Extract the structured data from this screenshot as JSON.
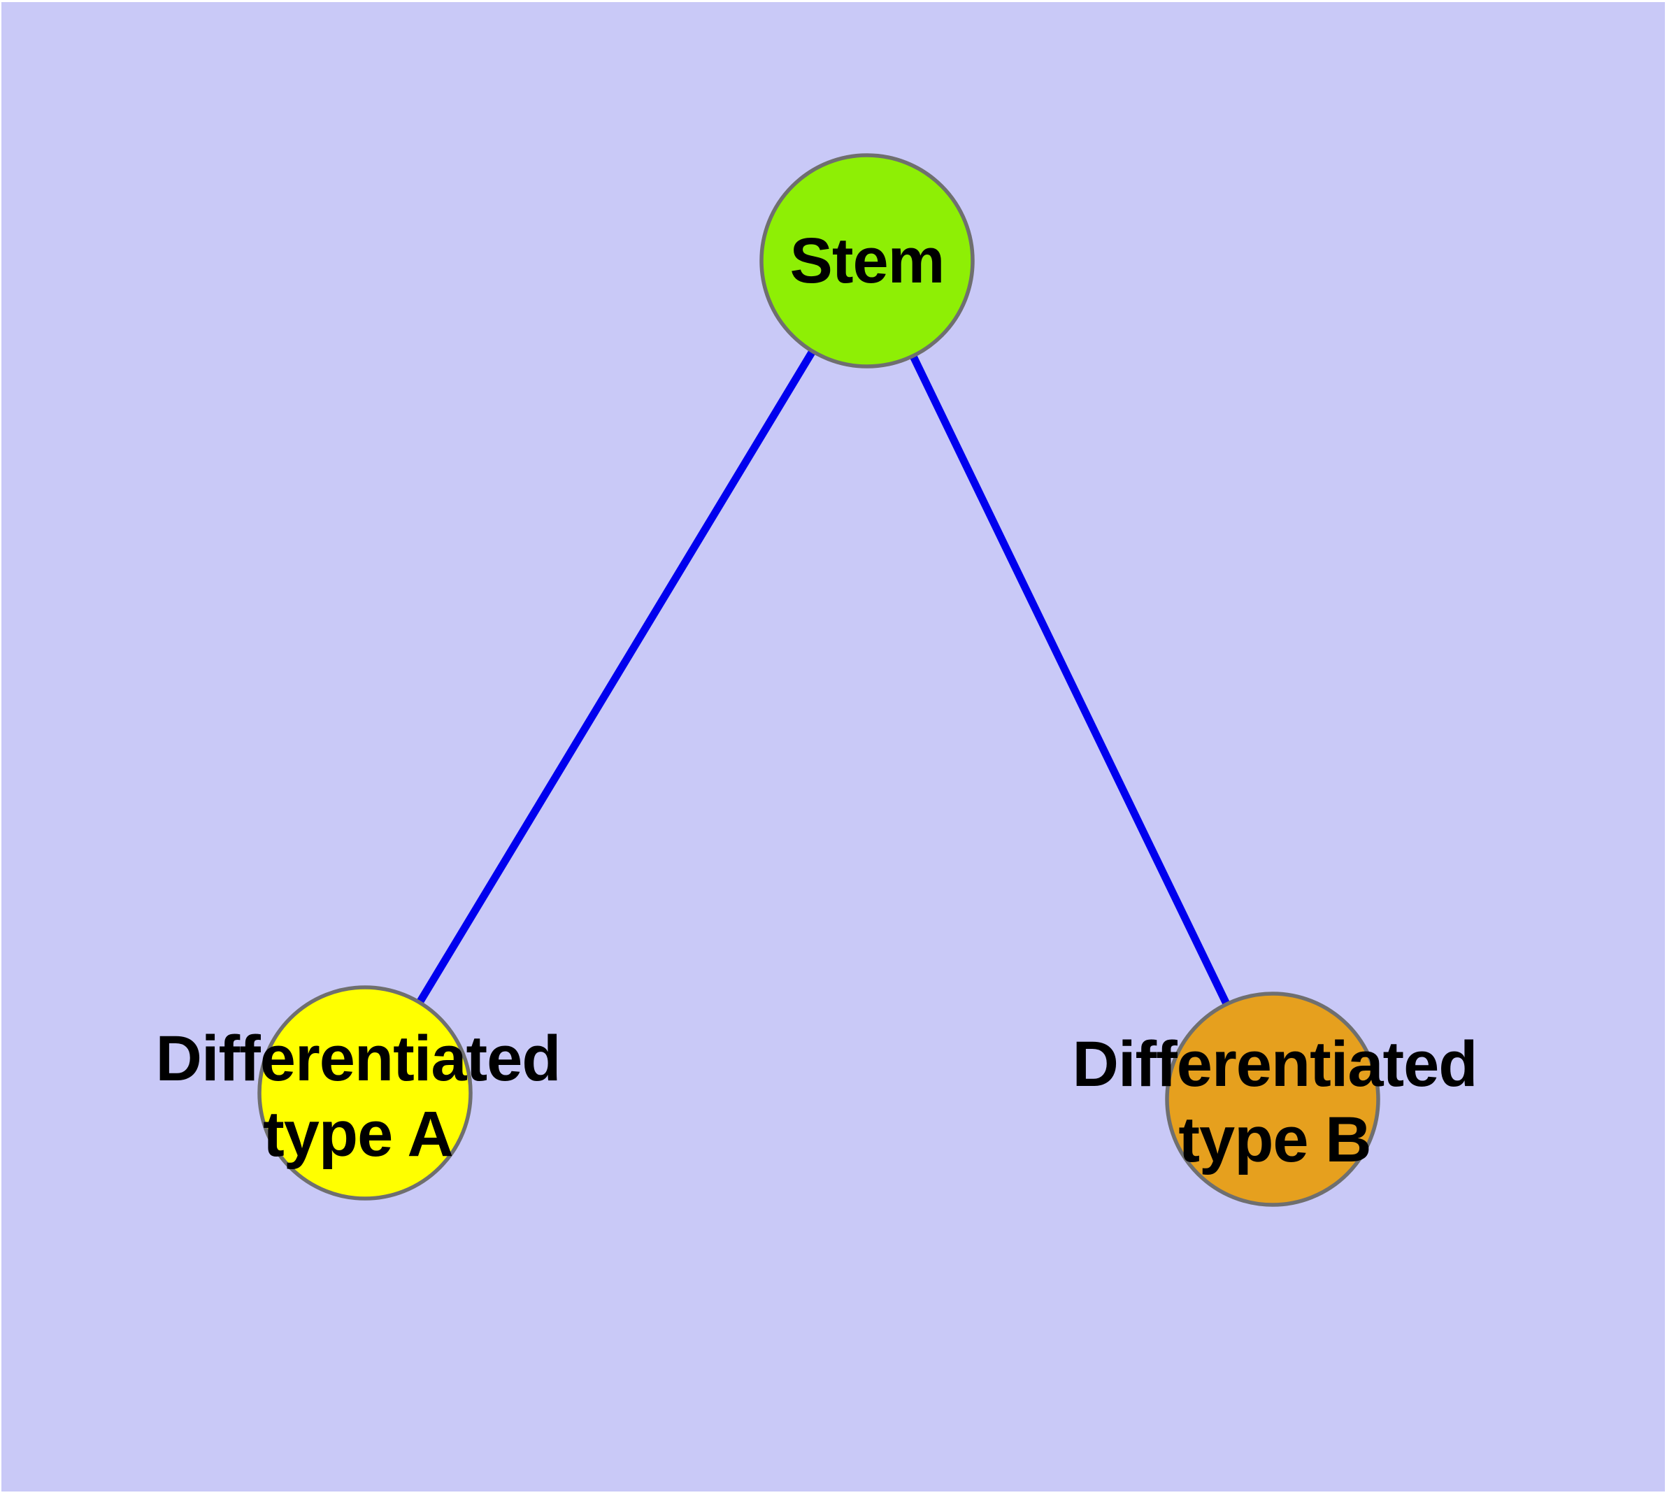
{
  "diagram": {
    "background_color": "#C9C9F7",
    "frame_color": "#FFFFFF",
    "edge_color": "#0000EE",
    "node_border_color": "#6F6F6F",
    "label_color": "#000000",
    "nodes": [
      {
        "id": "stem",
        "label": "Stem",
        "color": "#8EEF05"
      },
      {
        "id": "type-a",
        "label": "Differentiated\ntype A",
        "color": "#FFFF00"
      },
      {
        "id": "type-b",
        "label": "Differentiated\ntype B",
        "color": "#E6A01E"
      }
    ],
    "edges": [
      {
        "from": "Stem",
        "to": "Differentiated type A"
      },
      {
        "from": "Stem",
        "to": "Differentiated type B"
      }
    ]
  }
}
